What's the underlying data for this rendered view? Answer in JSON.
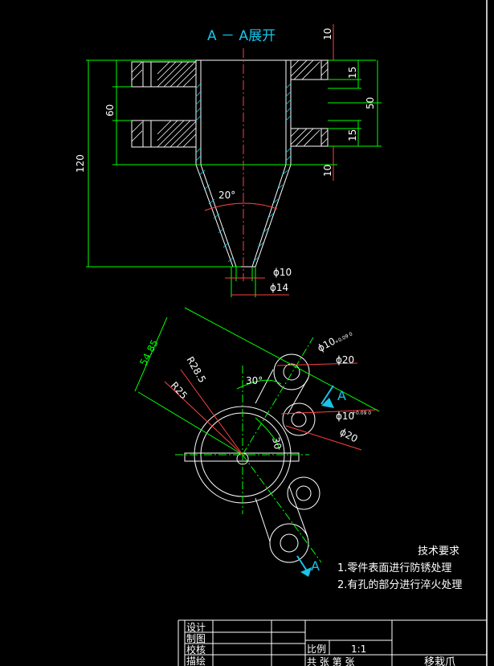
{
  "section_view": {
    "title": "A － A展开",
    "dims": {
      "top": "10",
      "h15_top": "15",
      "d50": "50",
      "h15_bottom": "15",
      "bottom": "10",
      "d60": "60",
      "d120": "120",
      "angle": "20°",
      "phi10": "ϕ10",
      "phi14": "ϕ14"
    }
  },
  "plan_view": {
    "dims": {
      "r_len": "54.85",
      "r28": "R28.5",
      "r25": "R25",
      "a30_top": "30°",
      "a30_mid": "30",
      "hole1": "ϕ10",
      "hole1_tol": "+0.09 0",
      "phi20_top": "ϕ20",
      "hole2": "ϕ10",
      "hole2_tol": "+0.09 0",
      "phi20_mid": "ϕ20"
    },
    "section_marks": [
      "A",
      "A"
    ]
  },
  "tech_req": {
    "heading": "技术要求",
    "items": [
      "1.零件表面进行防锈处理",
      "2.有孔的部分进行淬火处理"
    ]
  },
  "title_block": {
    "rows": [
      "设计",
      "制图",
      "校核",
      "描绘"
    ],
    "scale_label": "比例",
    "scale_value": "1:1",
    "sheets_label": "共  张   第  张",
    "part_name": "移栽爪"
  }
}
